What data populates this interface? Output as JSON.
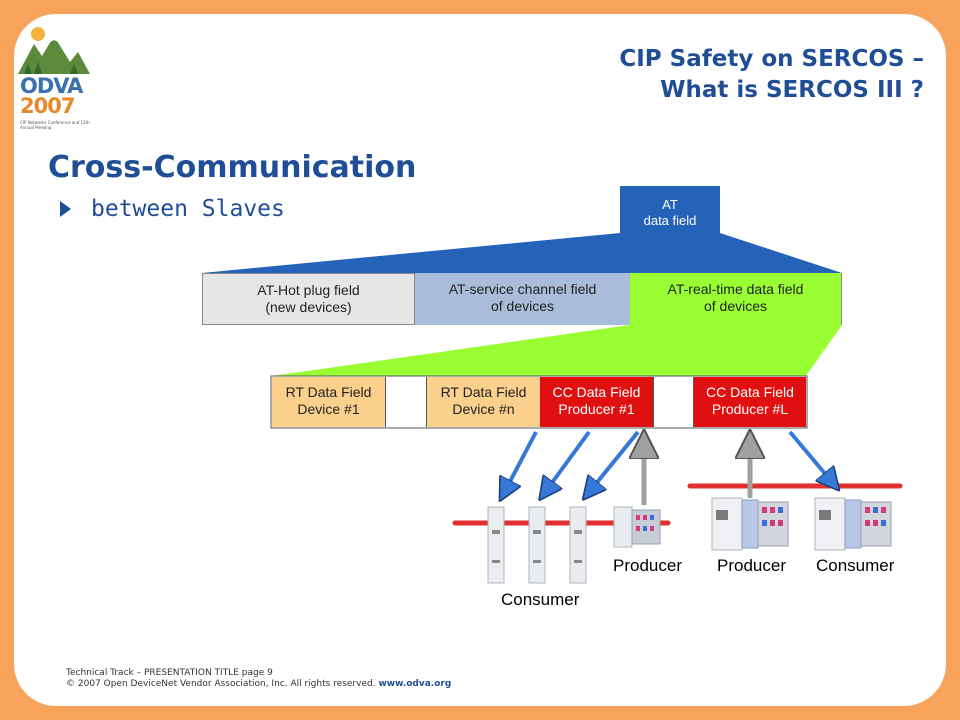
{
  "header": {
    "title_line1": "CIP Safety on SERCOS –",
    "title_line2": "What is SERCOS III ?"
  },
  "logo": {
    "name": "ODVA",
    "year": "2007",
    "subtitle": "CIP Networks Conference and 12th Annual Meeting"
  },
  "main": {
    "heading": "Cross-Communication",
    "bullet": "between Slaves"
  },
  "diagram": {
    "at_field": {
      "line1": "AT",
      "line2": "data field"
    },
    "level1": [
      {
        "line1": "AT-Hot plug field",
        "line2": "(new devices)"
      },
      {
        "line1": "AT-service channel field",
        "line2": "of devices"
      },
      {
        "line1": "AT-real-time data field",
        "line2": "of devices"
      }
    ],
    "level2": [
      {
        "line1": "RT Data Field",
        "line2": "Device #1"
      },
      {
        "line1": "RT Data Field",
        "line2": "Device #n"
      },
      {
        "line1": "CC Data Field",
        "line2": "Producer #1"
      },
      {
        "line1": "CC Data Field",
        "line2": "Producer #L"
      }
    ],
    "labels": {
      "producer_1": "Producer",
      "producer_2": "Producer",
      "consumer_right": "Consumer",
      "consumer_bottom": "Consumer"
    },
    "colors": {
      "blue_field": "#2563b8",
      "gray_field": "#e6e6e6",
      "light_blue_field": "#a9bcd9",
      "green_field": "#99ff33",
      "orange_field": "#fbd08c",
      "red_field": "#e01010",
      "arrow_blue": "#3578d8",
      "arrow_gray": "#9a9a9a",
      "rail_red": "#e03030"
    }
  },
  "footer": {
    "line1": "Technical Track – PRESENTATION TITLE  page 9",
    "line2_text": "© 2007 Open DeviceNet Vendor Association, Inc.   All rights reserved.",
    "line2_link": "www.odva.org"
  }
}
